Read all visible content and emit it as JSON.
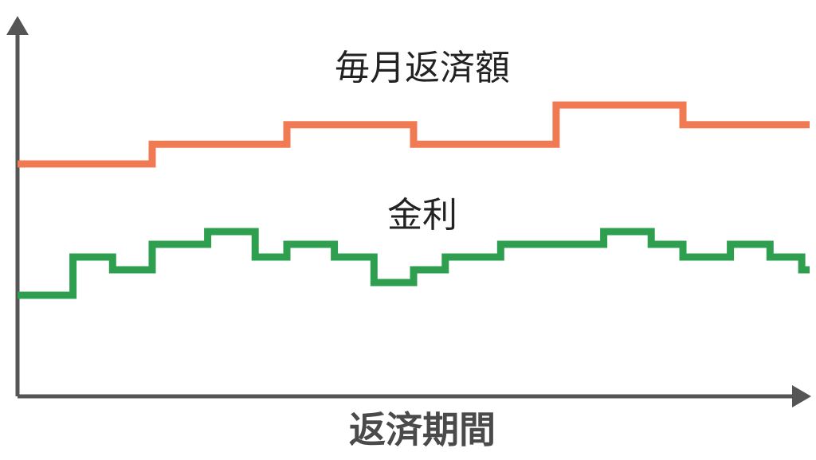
{
  "x_axis_label": "返済期間",
  "colors": {
    "axis": "#555555",
    "monthly_payment": "#f07a52",
    "interest_rate": "#2e9e4f"
  },
  "series": [
    {
      "key": "monthly_payment",
      "label": "毎月返済額",
      "values": [
        1,
        2,
        3,
        2,
        4,
        3
      ],
      "change_points": [
        0.17,
        0.34,
        0.5,
        0.68,
        0.84
      ]
    },
    {
      "key": "interest_rate",
      "label": "金利",
      "values": [
        2,
        5,
        4,
        6,
        7,
        5,
        6,
        5,
        3,
        4,
        5,
        6,
        7,
        6,
        5,
        6,
        5,
        4
      ],
      "change_points": [
        0.07,
        0.12,
        0.17,
        0.24,
        0.3,
        0.34,
        0.4,
        0.45,
        0.5,
        0.54,
        0.61,
        0.74,
        0.8,
        0.84,
        0.9,
        0.95,
        0.99
      ]
    }
  ]
}
